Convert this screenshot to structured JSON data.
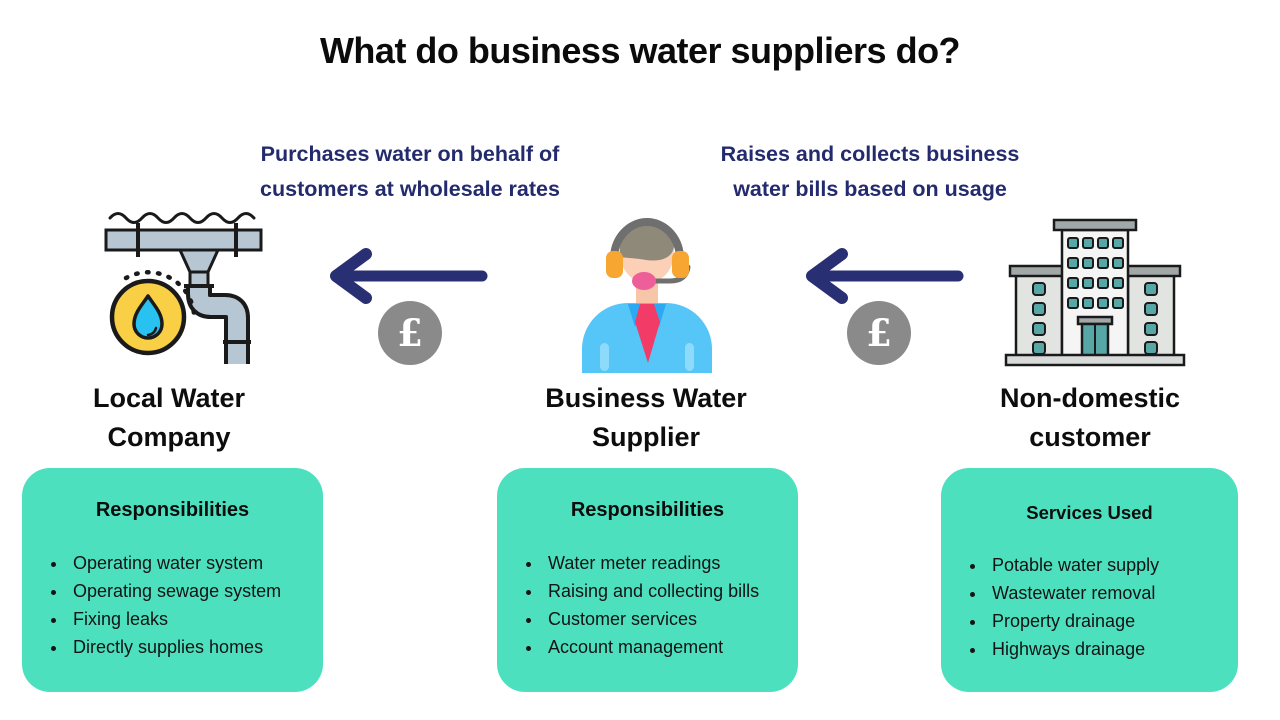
{
  "title": "What do business water suppliers do?",
  "flows": [
    {
      "label": "Purchases water on behalf of customers at wholesale rates",
      "currency": "£"
    },
    {
      "label": "Raises and collects business water bills based on usage",
      "currency": "£"
    }
  ],
  "entities": [
    {
      "name": "Local Water Company",
      "icon": "water-supply-pipe-icon",
      "panel": {
        "title": "Responsibilities",
        "items": [
          "Operating water system",
          "Operating sewage system",
          "Fixing leaks",
          "Directly supplies homes"
        ]
      }
    },
    {
      "name": "Business Water Supplier",
      "icon": "support-agent-icon",
      "panel": {
        "title": "Responsibilities",
        "items": [
          "Water meter readings",
          "Raising and collecting bills",
          "Customer services",
          "Account management"
        ]
      }
    },
    {
      "name": "Non-domestic customer",
      "icon": "office-building-icon",
      "panel": {
        "title": "Services Used",
        "items": [
          "Potable water supply",
          "Wastewater removal",
          "Property drainage",
          "Highways drainage"
        ]
      }
    }
  ],
  "colors": {
    "panel_teal": "#4DE0BE",
    "arrow_navy": "#292F73",
    "label_navy": "#232B6E",
    "currency_gray": "#8A8A8A",
    "icon_yellow": "#F8CF45",
    "icon_cyan": "#29C1F0",
    "icon_pipe_gray": "#B7C6D3",
    "icon_shirt_blue": "#55C6F7",
    "icon_tie_red": "#F23B67",
    "icon_window_teal": "#58A7A7",
    "text_black": "#111111"
  }
}
